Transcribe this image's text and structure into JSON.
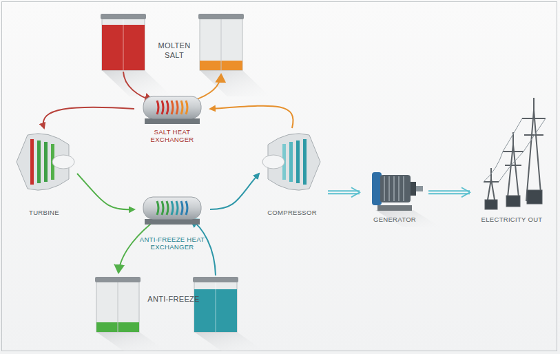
{
  "diagram": {
    "nodes": [
      {
        "text": [
          "SALT HEAT EXCHANGER"
        ]
      },
      {
        "text": [
          "TURBINE"
        ]
      },
      {
        "text": [
          "ANTI-FREEZE HEAT EXCHANGER"
        ]
      },
      {
        "text": [
          "COMPRESSOR"
        ]
      },
      {
        "text": [
          "GENERATOR"
        ]
      },
      {
        "text": [
          "ELECTRICITY OUT"
        ]
      }
    ],
    "edges": [
      {
        "from": 0,
        "to": 1,
        "arrow": "to"
      },
      {
        "from": 1,
        "to": 2,
        "arrow": "to"
      },
      {
        "from": 2,
        "to": 3,
        "arrow": "to"
      },
      {
        "from": 3,
        "to": 0,
        "arrow": "to"
      },
      {
        "from": 3,
        "to": 4,
        "arrow": "to"
      },
      {
        "from": 4,
        "to": 5,
        "arrow": "to"
      }
    ],
    "labels": [
      "MOLTEN SALT",
      "ANTI-FREEZE"
    ]
  }
}
